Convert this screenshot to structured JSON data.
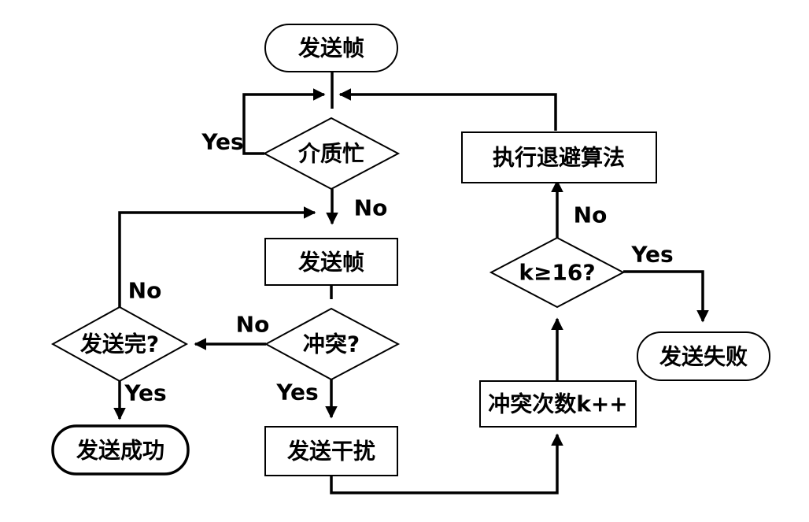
{
  "nodes": {
    "start": "发送帧",
    "medium_busy": "介质忙",
    "send_frame": "发送帧",
    "collision": "冲突?",
    "send_done": "发送完?",
    "send_success": "发送成功",
    "send_jam": "发送干扰",
    "collision_count": "冲突次数k++",
    "k_check": "k≥16?",
    "send_fail": "发送失败",
    "backoff": "执行退避算法"
  },
  "labels": {
    "busy_yes": "Yes",
    "busy_no": "No",
    "done_no": "No",
    "collision_no": "No",
    "done_yes": "Yes",
    "collision_yes": "Yes",
    "k_no": "No",
    "k_yes": "Yes"
  }
}
